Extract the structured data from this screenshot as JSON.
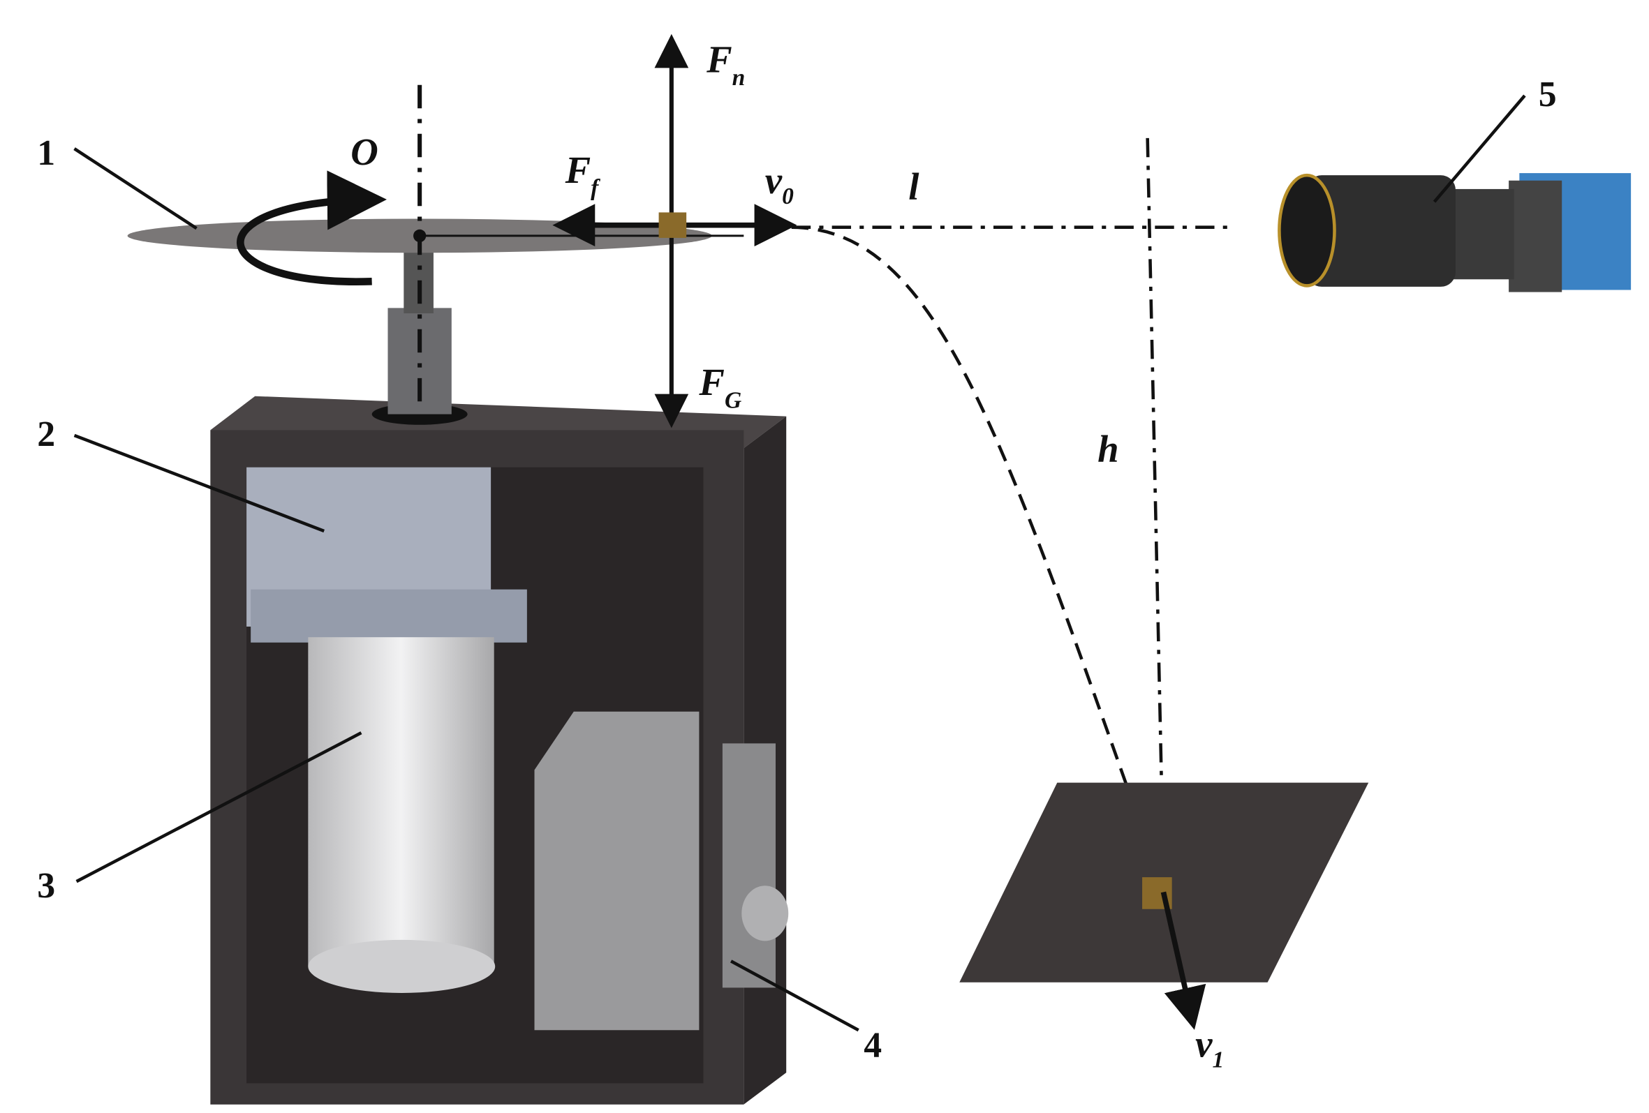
{
  "labels": {
    "n1": "1",
    "n2": "2",
    "n3": "3",
    "n4": "4",
    "n5": "5"
  },
  "symbols": {
    "origin": "O",
    "normal_force": {
      "main": "F",
      "sub": "n"
    },
    "friction_force": {
      "main": "F",
      "sub": "f"
    },
    "gravity_force": {
      "main": "F",
      "sub": "G"
    },
    "initial_velocity": {
      "main": "v",
      "sub": "0"
    },
    "final_velocity": {
      "main": "v",
      "sub": "1"
    },
    "horizontal_distance": "l",
    "height": "h"
  },
  "colors": {
    "box": "#3a3637",
    "plate": "#3d3838",
    "disc": "#7a7777",
    "particle": "#8a6a2a",
    "camera_body": "#3b82c4",
    "bracket": "#a9afbd",
    "motor": "#d8d8da",
    "controller": "#9a9a9c"
  }
}
